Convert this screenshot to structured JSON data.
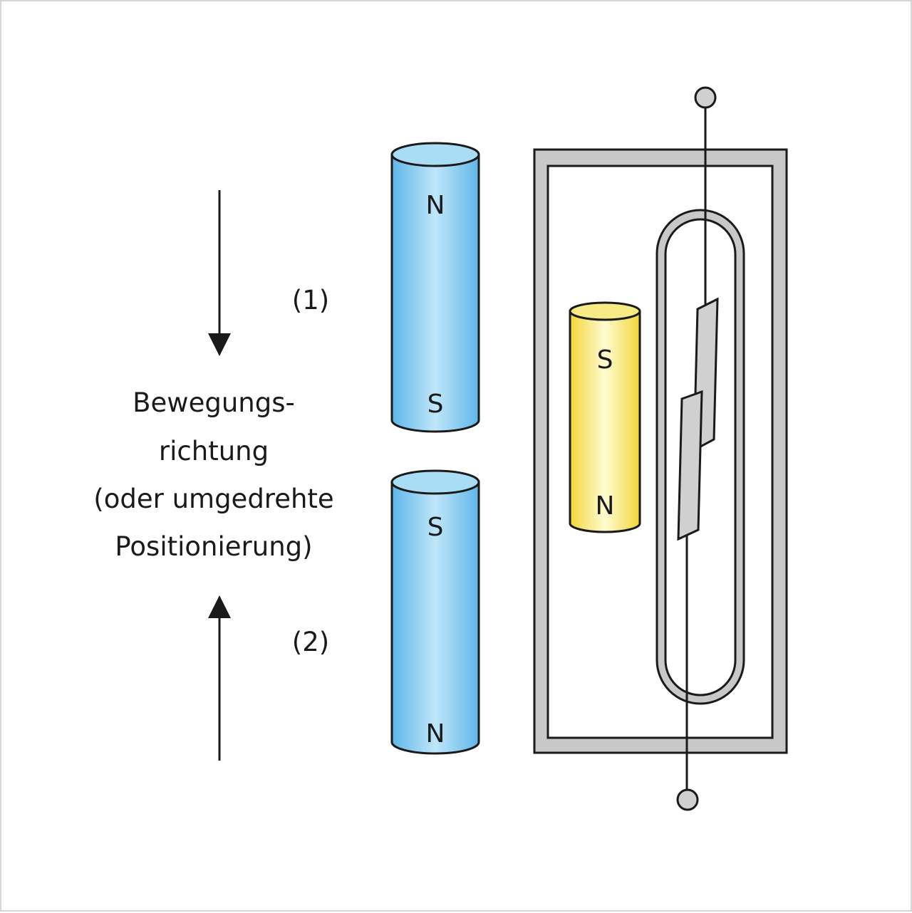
{
  "caption": {
    "lines": [
      "Bewegungs-",
      "richtung",
      "(oder umgedrehte",
      "Positionierung)"
    ]
  },
  "labels": {
    "position_1": "(1)",
    "position_2": "(2)"
  },
  "magnets": {
    "upper_moving": {
      "top_pole": "N",
      "bottom_pole": "S"
    },
    "lower_moving": {
      "top_pole": "S",
      "bottom_pole": "N"
    },
    "bias": {
      "top_pole": "S",
      "bottom_pole": "N"
    }
  },
  "colors": {
    "moving_magnet": "#7cc6ee",
    "bias_magnet": "#f7e35f",
    "housing": "#c8c8c8",
    "outline": "#1a1a1a"
  }
}
